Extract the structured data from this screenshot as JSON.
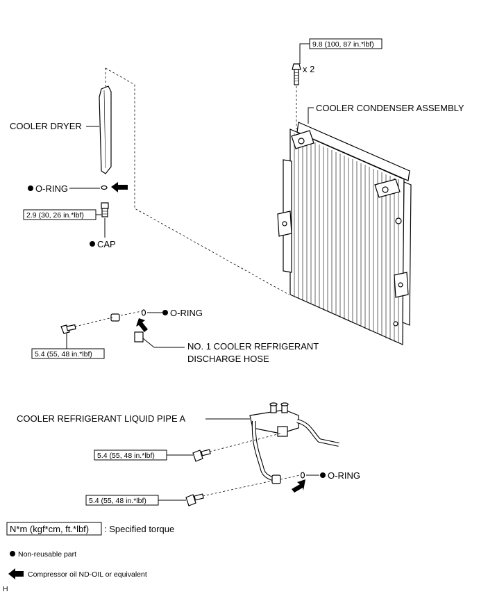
{
  "labels": {
    "torque_top": "9.8 (100, 87 in.*lbf)",
    "qty_top": "x 2",
    "condenser": "COOLER CONDENSER ASSEMBLY",
    "dryer": "COOLER DRYER",
    "oring_dryer": "O-RING",
    "torque_cap": "2.9 (30, 26 in.*lbf)",
    "cap": "CAP",
    "oring_hose": "O-RING",
    "hose_line1": "NO. 1 COOLER REFRIGERANT",
    "hose_line2": "DISCHARGE HOSE",
    "torque_hose": "5.4 (55, 48 in.*lbf)",
    "liquid_pipe": "COOLER REFRIGERANT LIQUID PIPE A",
    "torque_pipe1": "5.4 (55, 48 in.*lbf)",
    "torque_pipe2": "5.4 (55, 48 in.*lbf)",
    "oring_pipe": "O-RING"
  },
  "legend": {
    "torque_unit": "N*m (kgf*cm, ft.*lbf)",
    "torque_desc": ": Specified torque",
    "nonreusable": "Non-reusable part",
    "oil": "Compressor oil ND-OIL or equivalent"
  },
  "corner_letter": "H"
}
